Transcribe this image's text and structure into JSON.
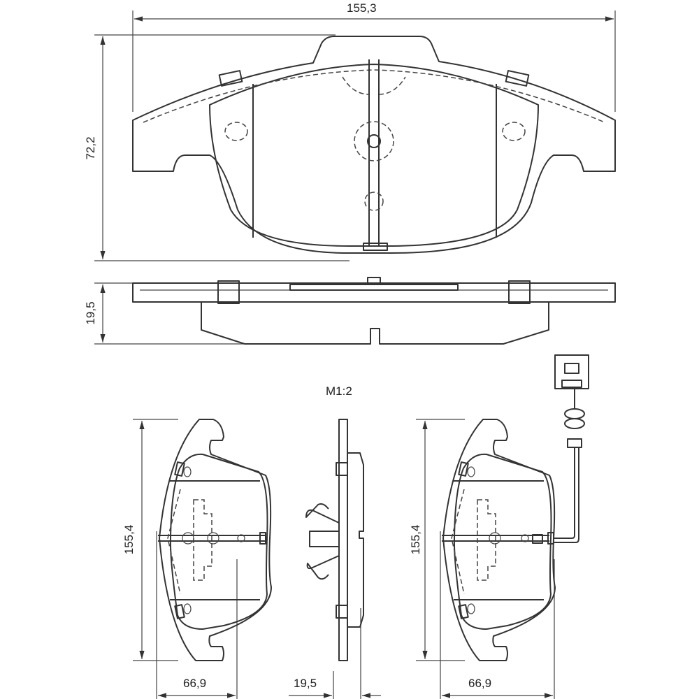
{
  "drawing": {
    "top_view": {
      "width_label": "155,3",
      "height_label": "72,2"
    },
    "side_view": {
      "thickness_label": "19,5"
    },
    "scale_label": "M1:2",
    "bottom_views": {
      "left_pad": {
        "height_label": "155,4",
        "width_label": "66,9"
      },
      "profile": {
        "thickness_label": "19,5"
      },
      "right_pad": {
        "height_label": "155,4",
        "width_label": "66,9"
      }
    }
  }
}
